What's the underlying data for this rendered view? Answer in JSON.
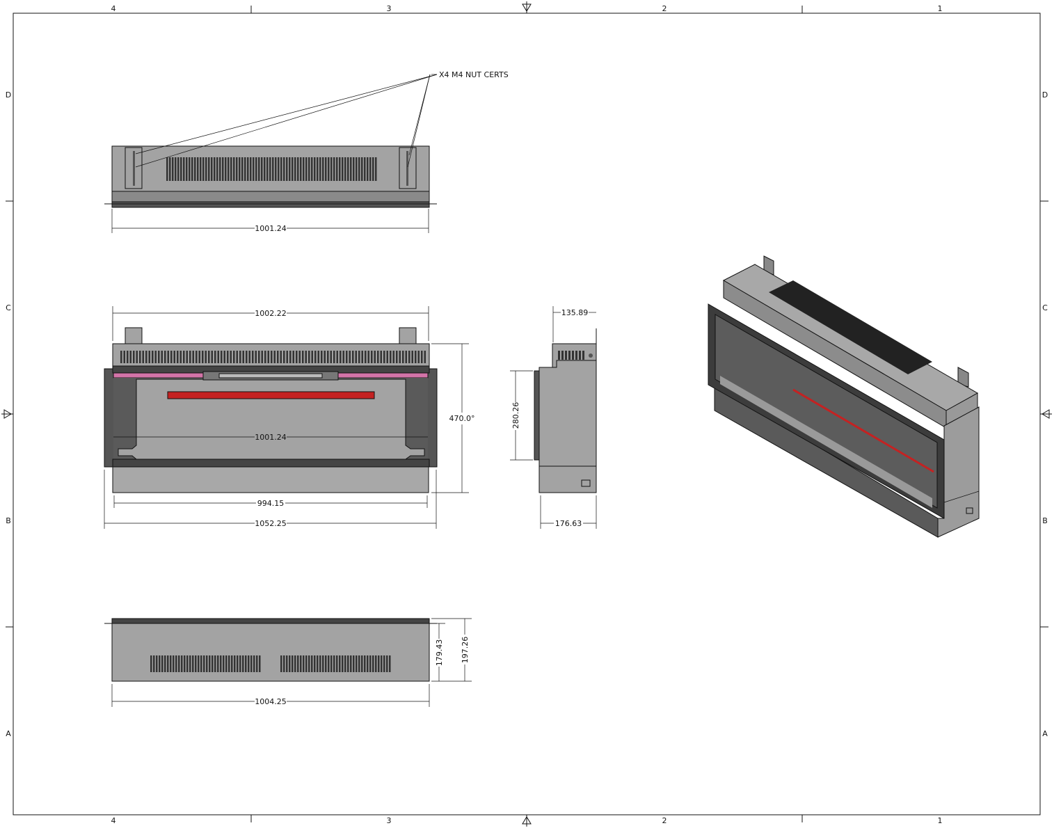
{
  "sheet": {
    "columns_top": [
      "4",
      "3",
      "2",
      "1"
    ],
    "columns_bottom": [
      "4",
      "3",
      "2",
      "1"
    ],
    "rows_left": [
      "D",
      "C",
      "B",
      "A"
    ],
    "rows_right": [
      "D",
      "C",
      "B",
      "A"
    ]
  },
  "annotations": {
    "nut_note": "X4 M4 NUT CERTS"
  },
  "top_view": {
    "width_dim": "1001.24"
  },
  "front_view": {
    "top_width_dim": "1002.22",
    "inner_width_dim": "1001.24",
    "height_dim": "470.0°",
    "base_width_dim": "994.15",
    "overall_width_dim": "1052.25"
  },
  "side_view": {
    "top_depth_dim": "135.89",
    "opening_height_dim": "280.26",
    "depth_dim": "176.63"
  },
  "bottom_view": {
    "inner_height_dim": "179.43",
    "height_dim": "197.26",
    "width_dim": "1004.25"
  },
  "colors": {
    "panel": "#a3a3a3",
    "dark": "#555555",
    "accent_red": "#c42222",
    "accent_pink": "#d374a8"
  }
}
